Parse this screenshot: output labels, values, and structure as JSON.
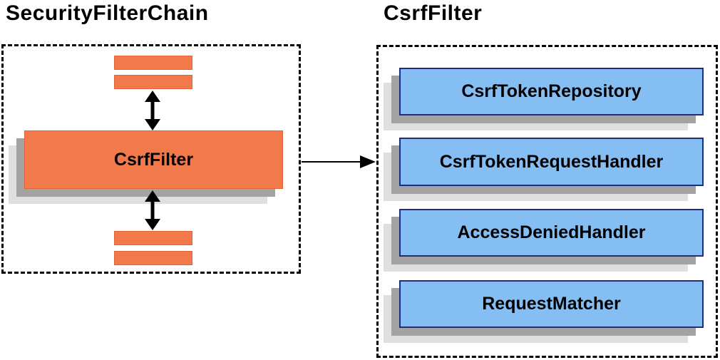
{
  "diagram": {
    "left": {
      "title": "SecurityFilterChain",
      "csrf_filter_label": "CsrfFilter"
    },
    "right": {
      "title": "CsrfFilter",
      "components": [
        "CsrfTokenRepository",
        "CsrfTokenRequestHandler",
        "AccessDeniedHandler",
        "RequestMatcher"
      ]
    },
    "colors": {
      "orange_fill": "#F2794A",
      "orange_border": "#E2653A",
      "blue_fill": "#85BEF2",
      "blue_border": "#1F2D7E",
      "shadow_dark": "#A3A3A3",
      "shadow_light": "#DFDFDF",
      "boundary": "#000000",
      "arrow": "#000000",
      "text": "#000000"
    }
  }
}
